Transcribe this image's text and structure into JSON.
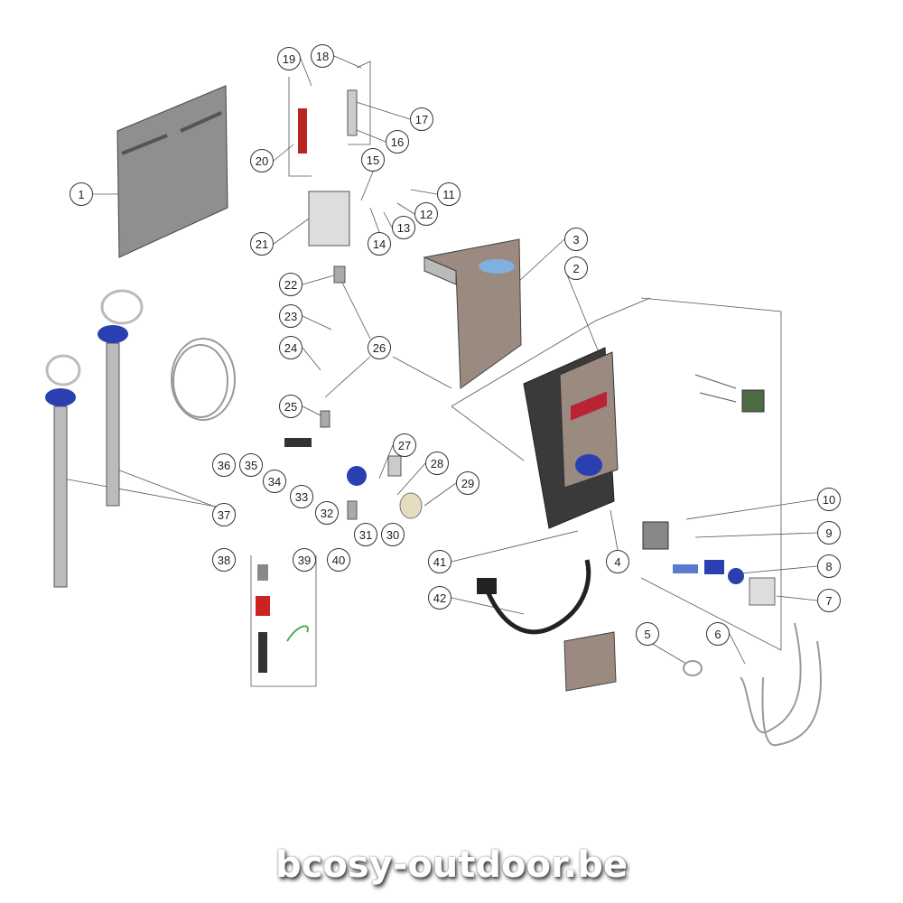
{
  "diagram": {
    "callouts": [
      "1",
      "2",
      "3",
      "4",
      "5",
      "6",
      "7",
      "8",
      "9",
      "10",
      "11",
      "12",
      "13",
      "14",
      "15",
      "16",
      "17",
      "18",
      "19",
      "20",
      "21",
      "22",
      "23",
      "24",
      "25",
      "26",
      "27",
      "28",
      "29",
      "30",
      "31",
      "32",
      "33",
      "34",
      "35",
      "36",
      "37",
      "38",
      "39",
      "40",
      "41",
      "42"
    ]
  },
  "footer": {
    "watermark": "bcosy-outdoor.be"
  },
  "colors": {
    "line": "#555555",
    "panel": "#8f8f8f",
    "housing": "#3a3a3a",
    "blue": "#2a3fb0",
    "tan": "#9a8a80"
  }
}
